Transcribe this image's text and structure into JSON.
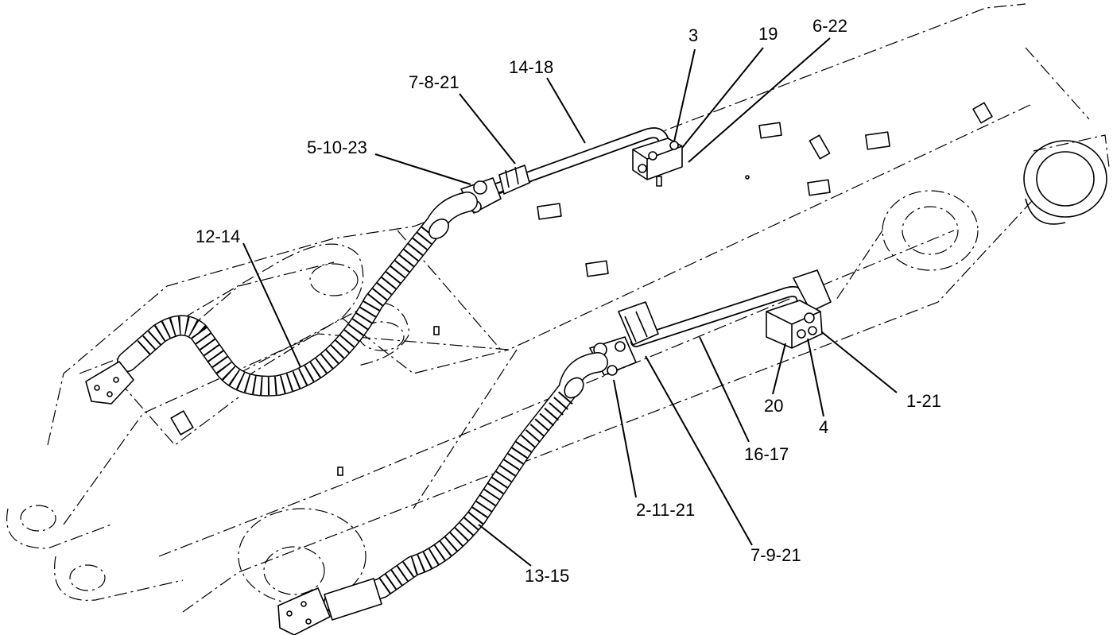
{
  "callouts": {
    "c3": "3",
    "c19": "19",
    "c6_22": "6-22",
    "c14_18": "14-18",
    "c7_8_21": "7-8-21",
    "c5_10_23": "5-10-23",
    "c12_14": "12-14",
    "c20": "20",
    "c4": "4",
    "c1_21": "1-21",
    "c16_17": "16-17",
    "c2_11_21": "2-11-21",
    "c7_9_21": "7-9-21",
    "c13_15": "13-15"
  }
}
